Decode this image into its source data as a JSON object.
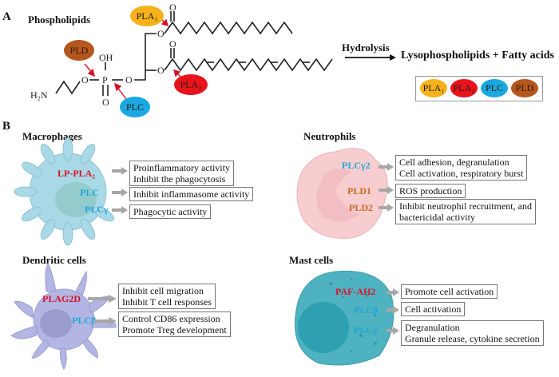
{
  "panel_a": {
    "letter": "A",
    "title": "Phospholipids",
    "molecule_labels": {
      "oh": "OH",
      "h2n": "H₂N",
      "p": "P",
      "o": "O"
    },
    "enzymes": [
      {
        "name": "PLA₁",
        "color": "#f5b21a"
      },
      {
        "name": "PLA₂",
        "color": "#e8141c"
      },
      {
        "name": "PLC",
        "color": "#1ba8e0"
      },
      {
        "name": "PLD",
        "color": "#b5561c"
      }
    ],
    "arrow_label": "Hydrolysis",
    "products": "Lysophospholipids + Fatty acids",
    "legend": [
      "PLA₁",
      "PLA₂",
      "PLC",
      "PLD"
    ]
  },
  "panel_b": {
    "letter": "B",
    "macrophages": {
      "title": "Macrophages",
      "cell_color": "#a9d9e6",
      "enzymes": [
        "LP-PLA₂",
        "PLC",
        "PLCγ"
      ],
      "effects": [
        [
          "Proinflammatory activity",
          "Inhibit the phagocytosis"
        ],
        [
          "Inhibit inflammasome activity"
        ],
        [
          "Phagocytic activity"
        ]
      ]
    },
    "neutrophils": {
      "title": "Neutrophils",
      "cell_color": "#f7cdd0",
      "enzymes": [
        "PLCγ2",
        "PLD1",
        "PLD2"
      ],
      "effects": [
        [
          "Cell adhesion, degranulation",
          "Cell activation, respiratory burst"
        ],
        [
          "ROS production"
        ],
        [
          "Inhibit neutrophil recruitment, and",
          "bactericidal activity"
        ]
      ]
    },
    "dendritic": {
      "title": "Dendritic cells",
      "cell_color": "#b3b5e2",
      "enzymes": [
        "PLAG2D",
        "PLCβ"
      ],
      "effects": [
        [
          "Inhibit cell migration",
          "Inhibit T cell responses"
        ],
        [
          "Control CD86 expression",
          "Promote Treg development"
        ]
      ]
    },
    "mast": {
      "title": "Mast cells",
      "cell_color": "#4fb2c0",
      "enzymes": [
        "PAF-AH2",
        "PLCβ",
        "PLCγ"
      ],
      "effects": [
        [
          "Promote cell activation"
        ],
        [
          "Cell activation"
        ],
        [
          "Degranulation",
          "Granule release, cytokine secretion"
        ]
      ]
    }
  }
}
